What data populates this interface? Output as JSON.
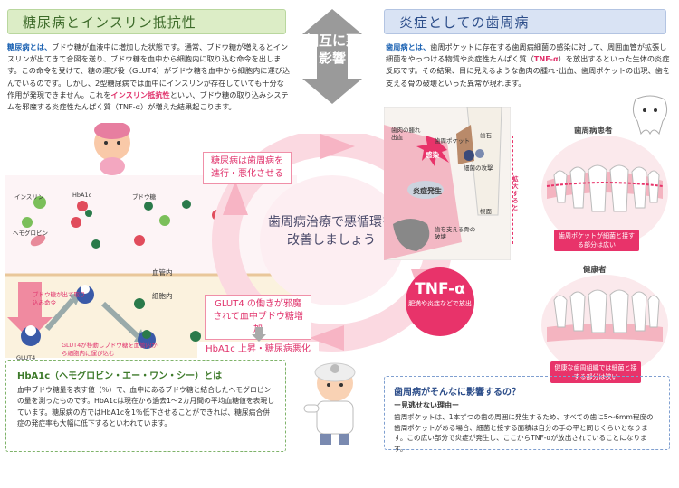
{
  "left": {
    "header": "糖尿病とインスリン抵抗性",
    "lead": "糖尿病とは、",
    "body1": "ブドウ糖が血液中に増加した状態です。通常、ブドウ糖が増えるとインスリンが出てきて合図を送り、ブドウ糖を血中から細胞内に取り込む命令を出します。この命令を受けて、糖の運び役（GLUT4）がブドウ糖を血中から細胞内に運び込んでいるのです。しかし、2型糖尿病では血中にインスリンが存在していても十分な作用が発現できません。これを",
    "highlight": "インスリン抵抗性",
    "body2": "といい、ブドウ糖の取り込みシステムを邪魔する炎症性たんぱく質（TNF-α）が増えた結果起こります。",
    "diagram": {
      "insulin": "インスリン",
      "hba1c": "HbA1c",
      "glucose": "ブドウ糖",
      "hemoglobin": "ヘモグロビン",
      "vessel": "血管内",
      "cell": "細胞内",
      "arrow_text": "ブドウ糖が出て取り込み命令",
      "glut4": "GLUT4",
      "glut4_note": "GLUT4が移動しブドウ糖を血管内から細胞内に運び込む"
    },
    "box_title": "HbA1c（ヘモグロビン・エー・ワン・シー）とは",
    "box_body": "血中ブドウ糖量を表す値（％）で、血中にあるブドウ糖と結合したヘモグロビンの量を測ったものです。HbA1cは現在から過去1～2カ月間の平均血糖値を表現しています。糖尿病の方ではHbA1cを1％低下させることができれば、糖尿病合併症の発症率も大幅に低下するといわれています。"
  },
  "center": {
    "mutual": "相互に悪影響",
    "box_top": "糖尿病は歯周病を進行・悪化させる",
    "circle_text": "歯周病治療で悪循環を改善しましょう",
    "box_bottom_1": "GLUT4 の働きが邪魔されて血中ブドウ糖増加",
    "box_bottom_2": "HbA1c 上昇・糖尿病悪化",
    "tnf_title": "TNF-α",
    "tnf_sub": "肥満や炎症などで放出"
  },
  "right": {
    "header": "炎症としての歯周病",
    "lead": "歯周病とは、",
    "body1": "歯周ポケットに存在する歯周病細菌の感染に対して、周囲血管が拡張し細菌をやっつける物質や炎症性たんぱく質（",
    "highlight": "TNF-α",
    "body2": "）を放出するといった生体の炎症反応です。その結果、目に見えるような歯肉の腫れ･出血、歯周ポケットの出現、歯を支える骨の破壊といった異常が現れます。",
    "diagram": {
      "gum_swelling": "歯肉の腫れ出血",
      "pocket": "歯周ポケット",
      "calculus": "歯石",
      "infection": "感染",
      "attack": "細菌の攻撃",
      "inflammation": "炎症発生",
      "root": "根面",
      "bone": "歯を支える骨の破壊"
    },
    "enlarge": "拡大すると",
    "patient_title": "歯周病患者",
    "patient_caption": "歯周ポケットが細菌と接する部分は広い",
    "healthy_title": "健康者",
    "healthy_caption": "健康な歯周組織では細菌と接する部分は狭い",
    "box_title": "歯周病がそんなに影響するの？",
    "box_sub": "ー見逃せない理由ー",
    "box_body": "歯周ポケットは、1本ずつの歯の周囲に発生するため、すべての歯に5～6mm程度の歯周ポケットがある場合、細菌と接する面積は自分の手の平と同じくらいとなります。この広い部分で炎症が発生し、ここからTNF-αが放出されていることになります。"
  }
}
